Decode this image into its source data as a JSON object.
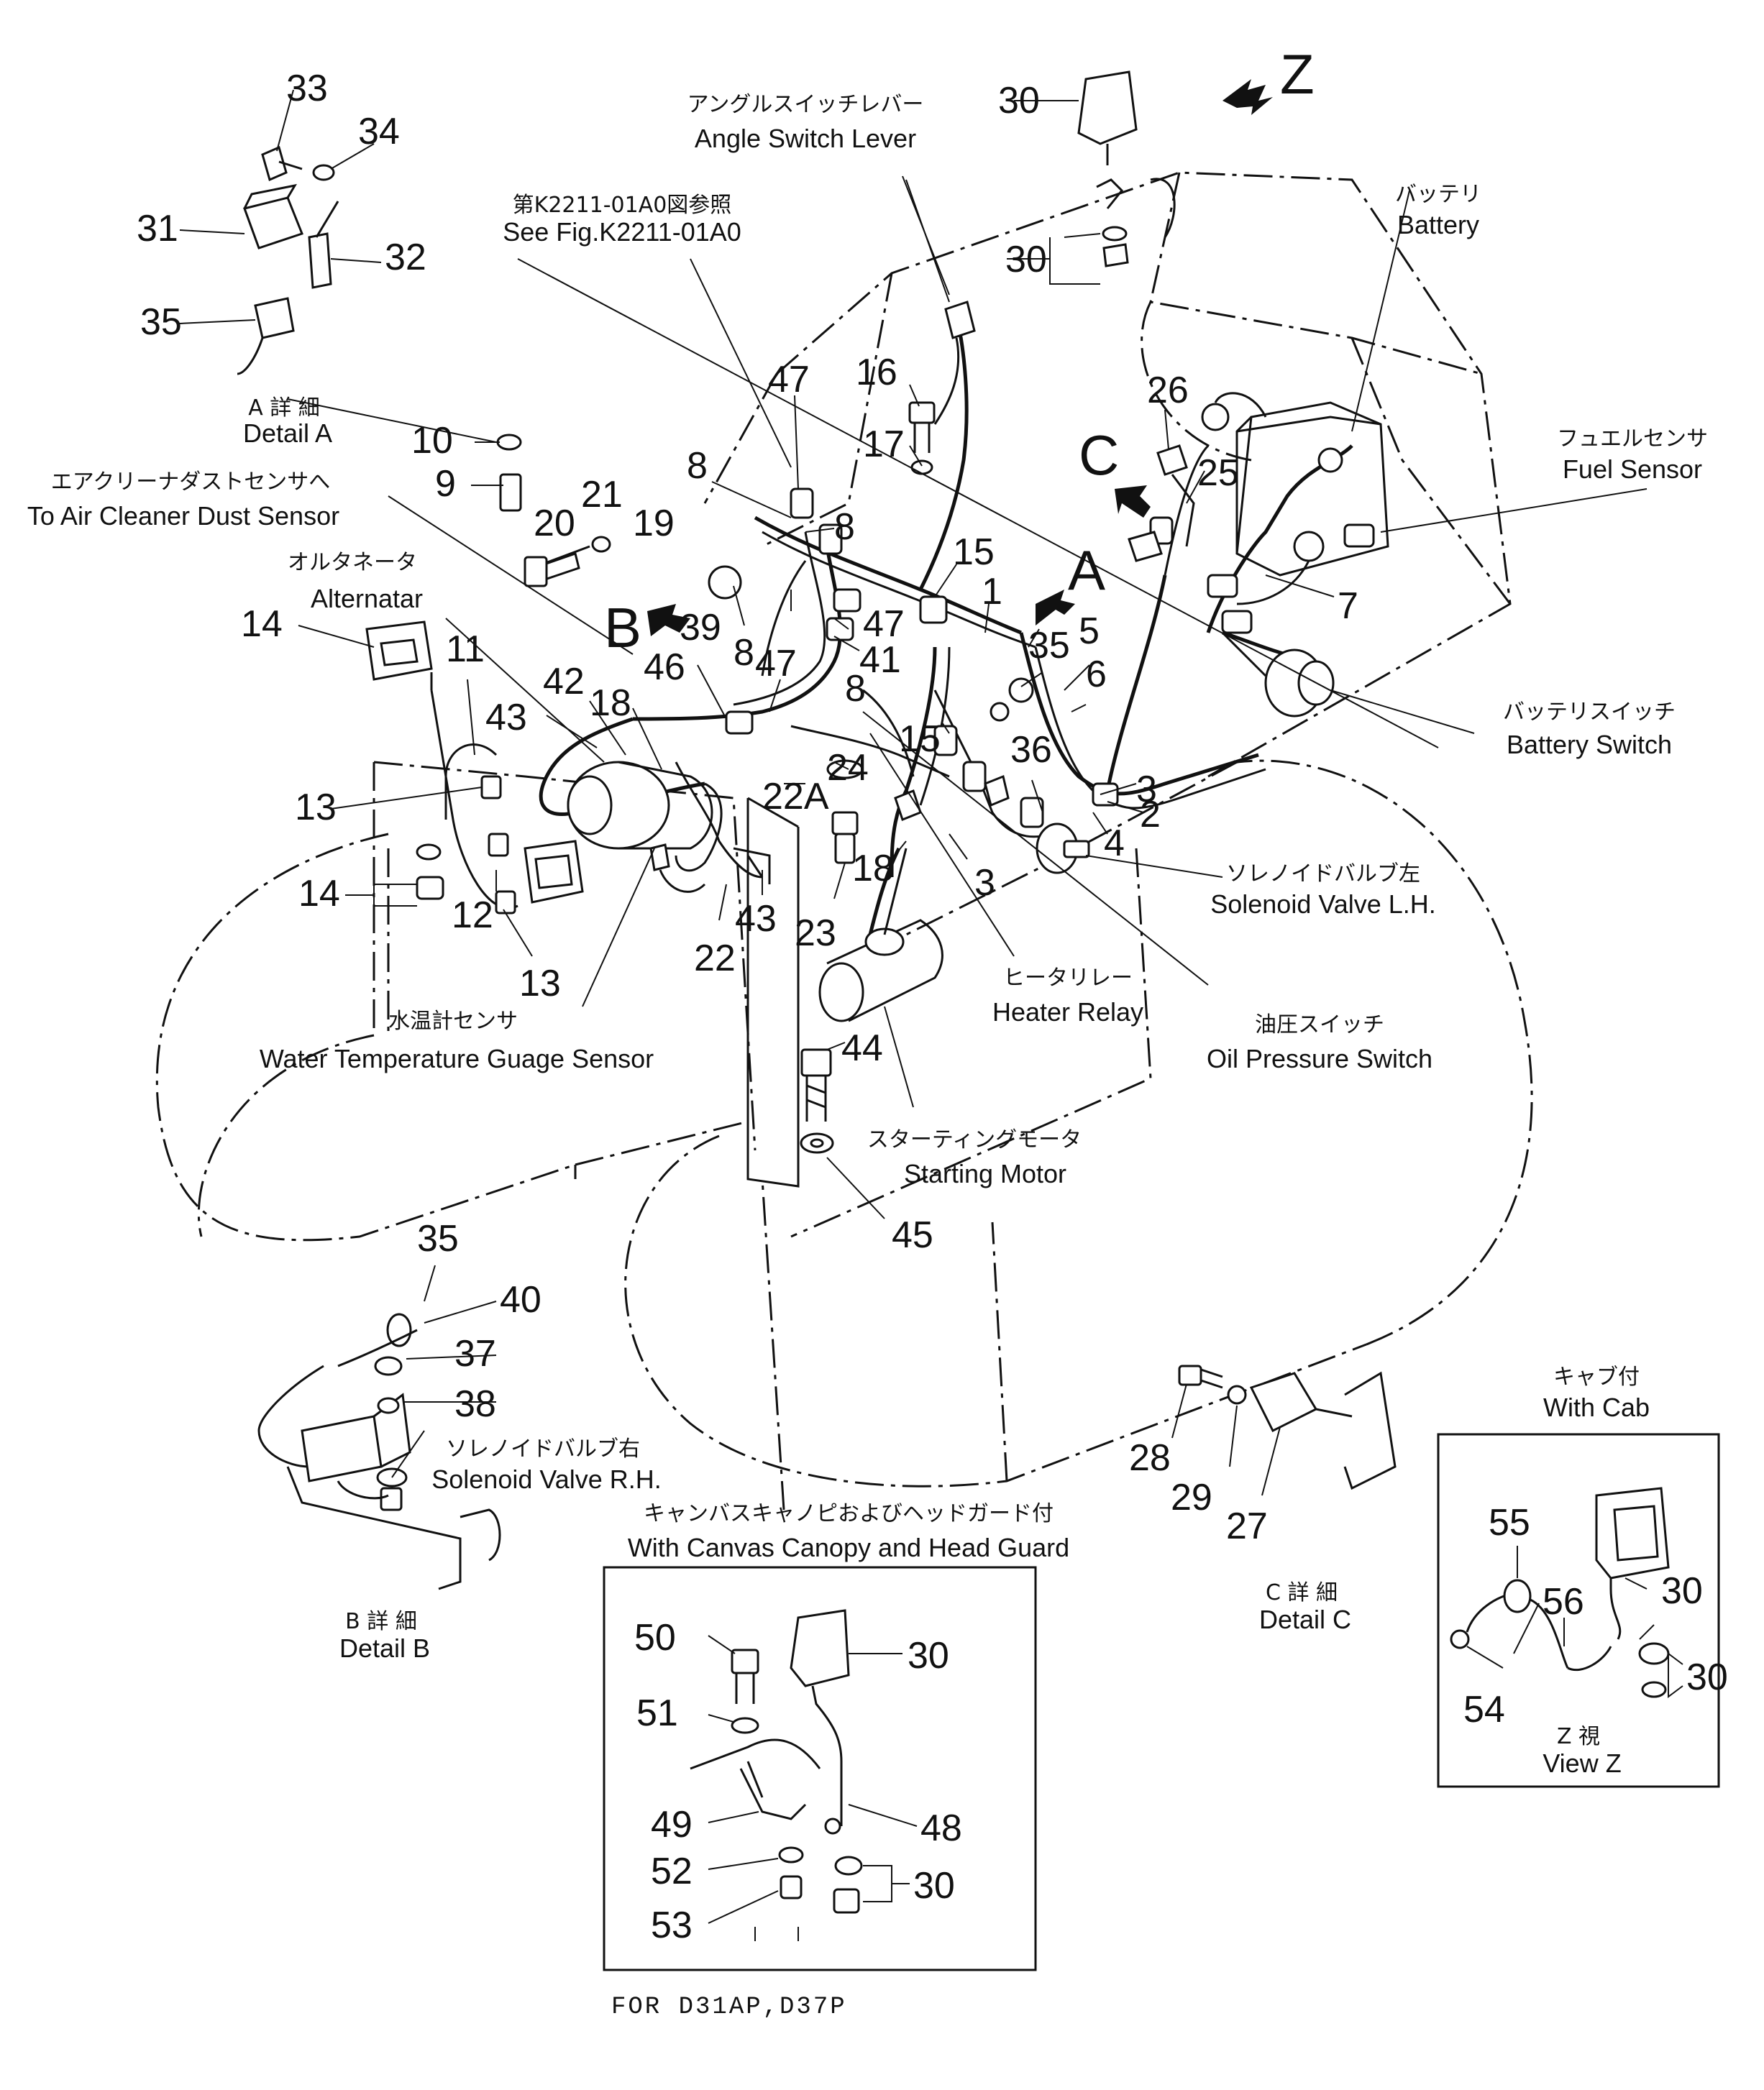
{
  "labels": {
    "angle_jp": "アングルスイッチレバー",
    "angle_en": "Angle Switch Lever",
    "seefig_jp": "第K2211-01A0図参照",
    "seefig_en": "See Fig.K2211-01A0",
    "battery_jp": "バッテリ",
    "battery_en": "Battery",
    "fuel_jp": "フュエルセンサ",
    "fuel_en": "Fuel Sensor",
    "aircleaner_jp": "エアクリーナダストセンサへ",
    "aircleaner_en": "To Air Cleaner Dust Sensor",
    "alternator_jp": "オルタネータ",
    "alternator_en": "Alternatar",
    "battswitch_jp": "バッテリスイッチ",
    "battswitch_en": "Battery Switch",
    "solenoid_lh_jp": "ソレノイドバルブ左",
    "solenoid_lh_en": "Solenoid Valve L.H.",
    "heater_jp": "ヒータリレー",
    "heater_en": "Heater Relay",
    "oil_jp": "油圧スイッチ",
    "oil_en": "Oil Pressure Switch",
    "water_jp": "水温計センサ",
    "water_en": "Water Temperature Guage Sensor",
    "starting_jp": "スターティングモータ",
    "starting_en": "Starting Motor",
    "solenoid_rh_jp": "ソレノイドバルブ右",
    "solenoid_rh_en": "Solenoid Valve R.H.",
    "canopy_jp": "キャンバスキャノピおよびヘッドガード付",
    "canopy_en": "With Canvas Canopy and Head Guard",
    "cab_jp": "キャブ付",
    "cab_en": "With Cab",
    "detail_a_jp": "A 詳 細",
    "detail_a_en": "Detail A",
    "detail_b_jp": "B 詳 細",
    "detail_b_en": "Detail B",
    "detail_c_jp": "C 詳 細",
    "detail_c_en": "Detail C",
    "view_z_jp": "Z 視",
    "view_z_en": "View Z",
    "footer": "FOR D31AP,D37P"
  },
  "views": {
    "a": "A",
    "b": "B",
    "c": "C",
    "z": "Z"
  },
  "part_numbers": [
    "33",
    "34",
    "31",
    "32",
    "35",
    "30",
    "30",
    "10",
    "9",
    "20",
    "21",
    "19",
    "47",
    "16",
    "17",
    "26",
    "25",
    "8",
    "8",
    "8",
    "15",
    "1",
    "5",
    "7",
    "14",
    "11",
    "39",
    "46",
    "47",
    "41",
    "8",
    "35",
    "6",
    "43",
    "42",
    "18",
    "47",
    "15",
    "36",
    "3",
    "13",
    "24",
    "22A",
    "2",
    "4",
    "14",
    "12",
    "13",
    "18",
    "3",
    "43",
    "23",
    "22",
    "44",
    "45",
    "35",
    "40",
    "37",
    "38",
    "28",
    "29",
    "27",
    "55",
    "30",
    "56",
    "30",
    "54",
    "50",
    "30",
    "51",
    "49",
    "48",
    "52",
    "30",
    "53"
  ]
}
